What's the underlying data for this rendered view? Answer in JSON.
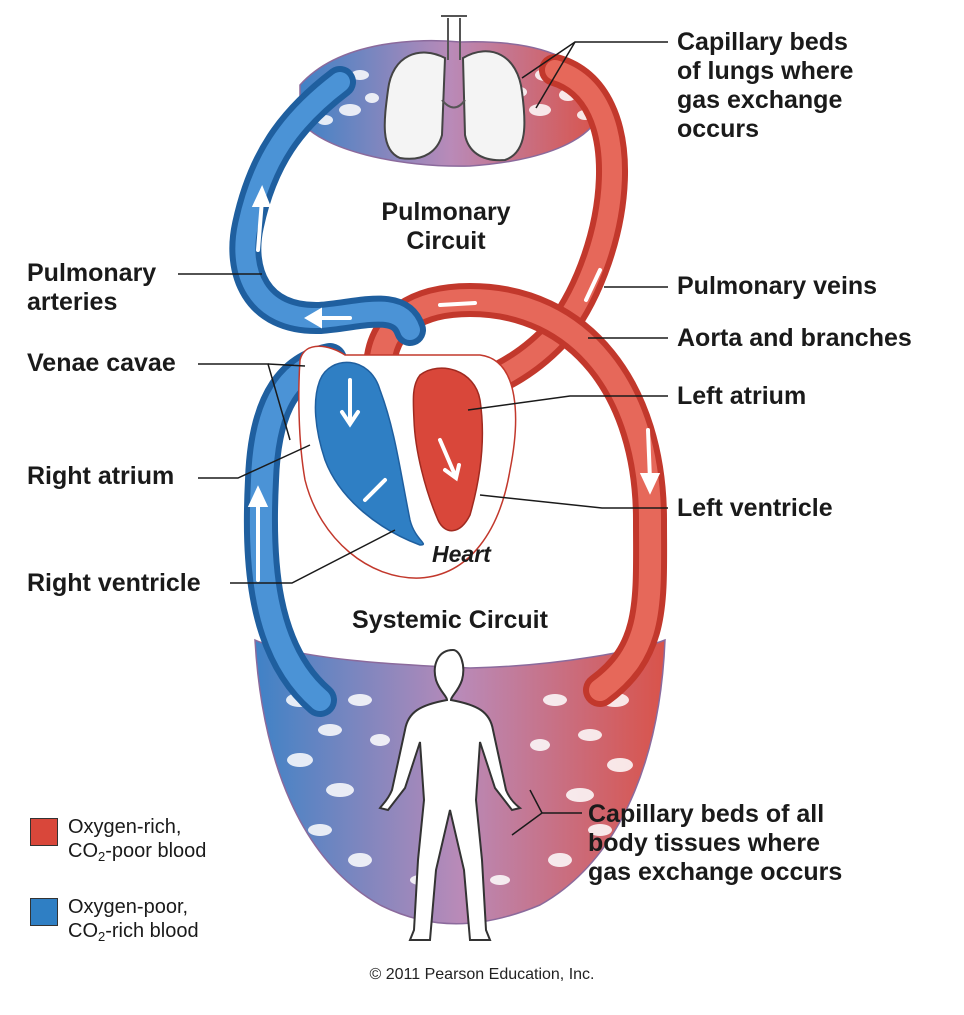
{
  "labels": {
    "lung_beds": [
      "Capillary beds",
      "of lungs where",
      "gas exchange",
      "occurs"
    ],
    "pulmonary_circuit": [
      "Pulmonary",
      "Circuit"
    ],
    "pulmonary_arteries": [
      "Pulmonary",
      "arteries"
    ],
    "pulmonary_veins": "Pulmonary veins",
    "aorta": "Aorta and branches",
    "venae_cavae": "Venae cavae",
    "left_atrium": "Left atrium",
    "right_atrium": "Right atrium",
    "left_ventricle": "Left ventricle",
    "heart": "Heart",
    "right_ventricle": "Right ventricle",
    "systemic_circuit": "Systemic Circuit",
    "body_beds": [
      "Capillary beds of all",
      "body tissues where",
      "gas exchange occurs"
    ]
  },
  "legend": [
    {
      "color": "#d9473a",
      "line1": "Oxygen-rich,",
      "line2_pre": "CO",
      "line2_sub": "2",
      "line2_post": "-poor blood"
    },
    {
      "color": "#2f7fc4",
      "line1": "Oxygen-poor,",
      "line2_pre": "CO",
      "line2_sub": "2",
      "line2_post": "-rich blood"
    }
  ],
  "copyright": "© 2011 Pearson Education, Inc.",
  "colors": {
    "oxygen_rich": "#d9473a",
    "oxygen_poor": "#2f7fc4",
    "mixed": "#b98ab8"
  }
}
